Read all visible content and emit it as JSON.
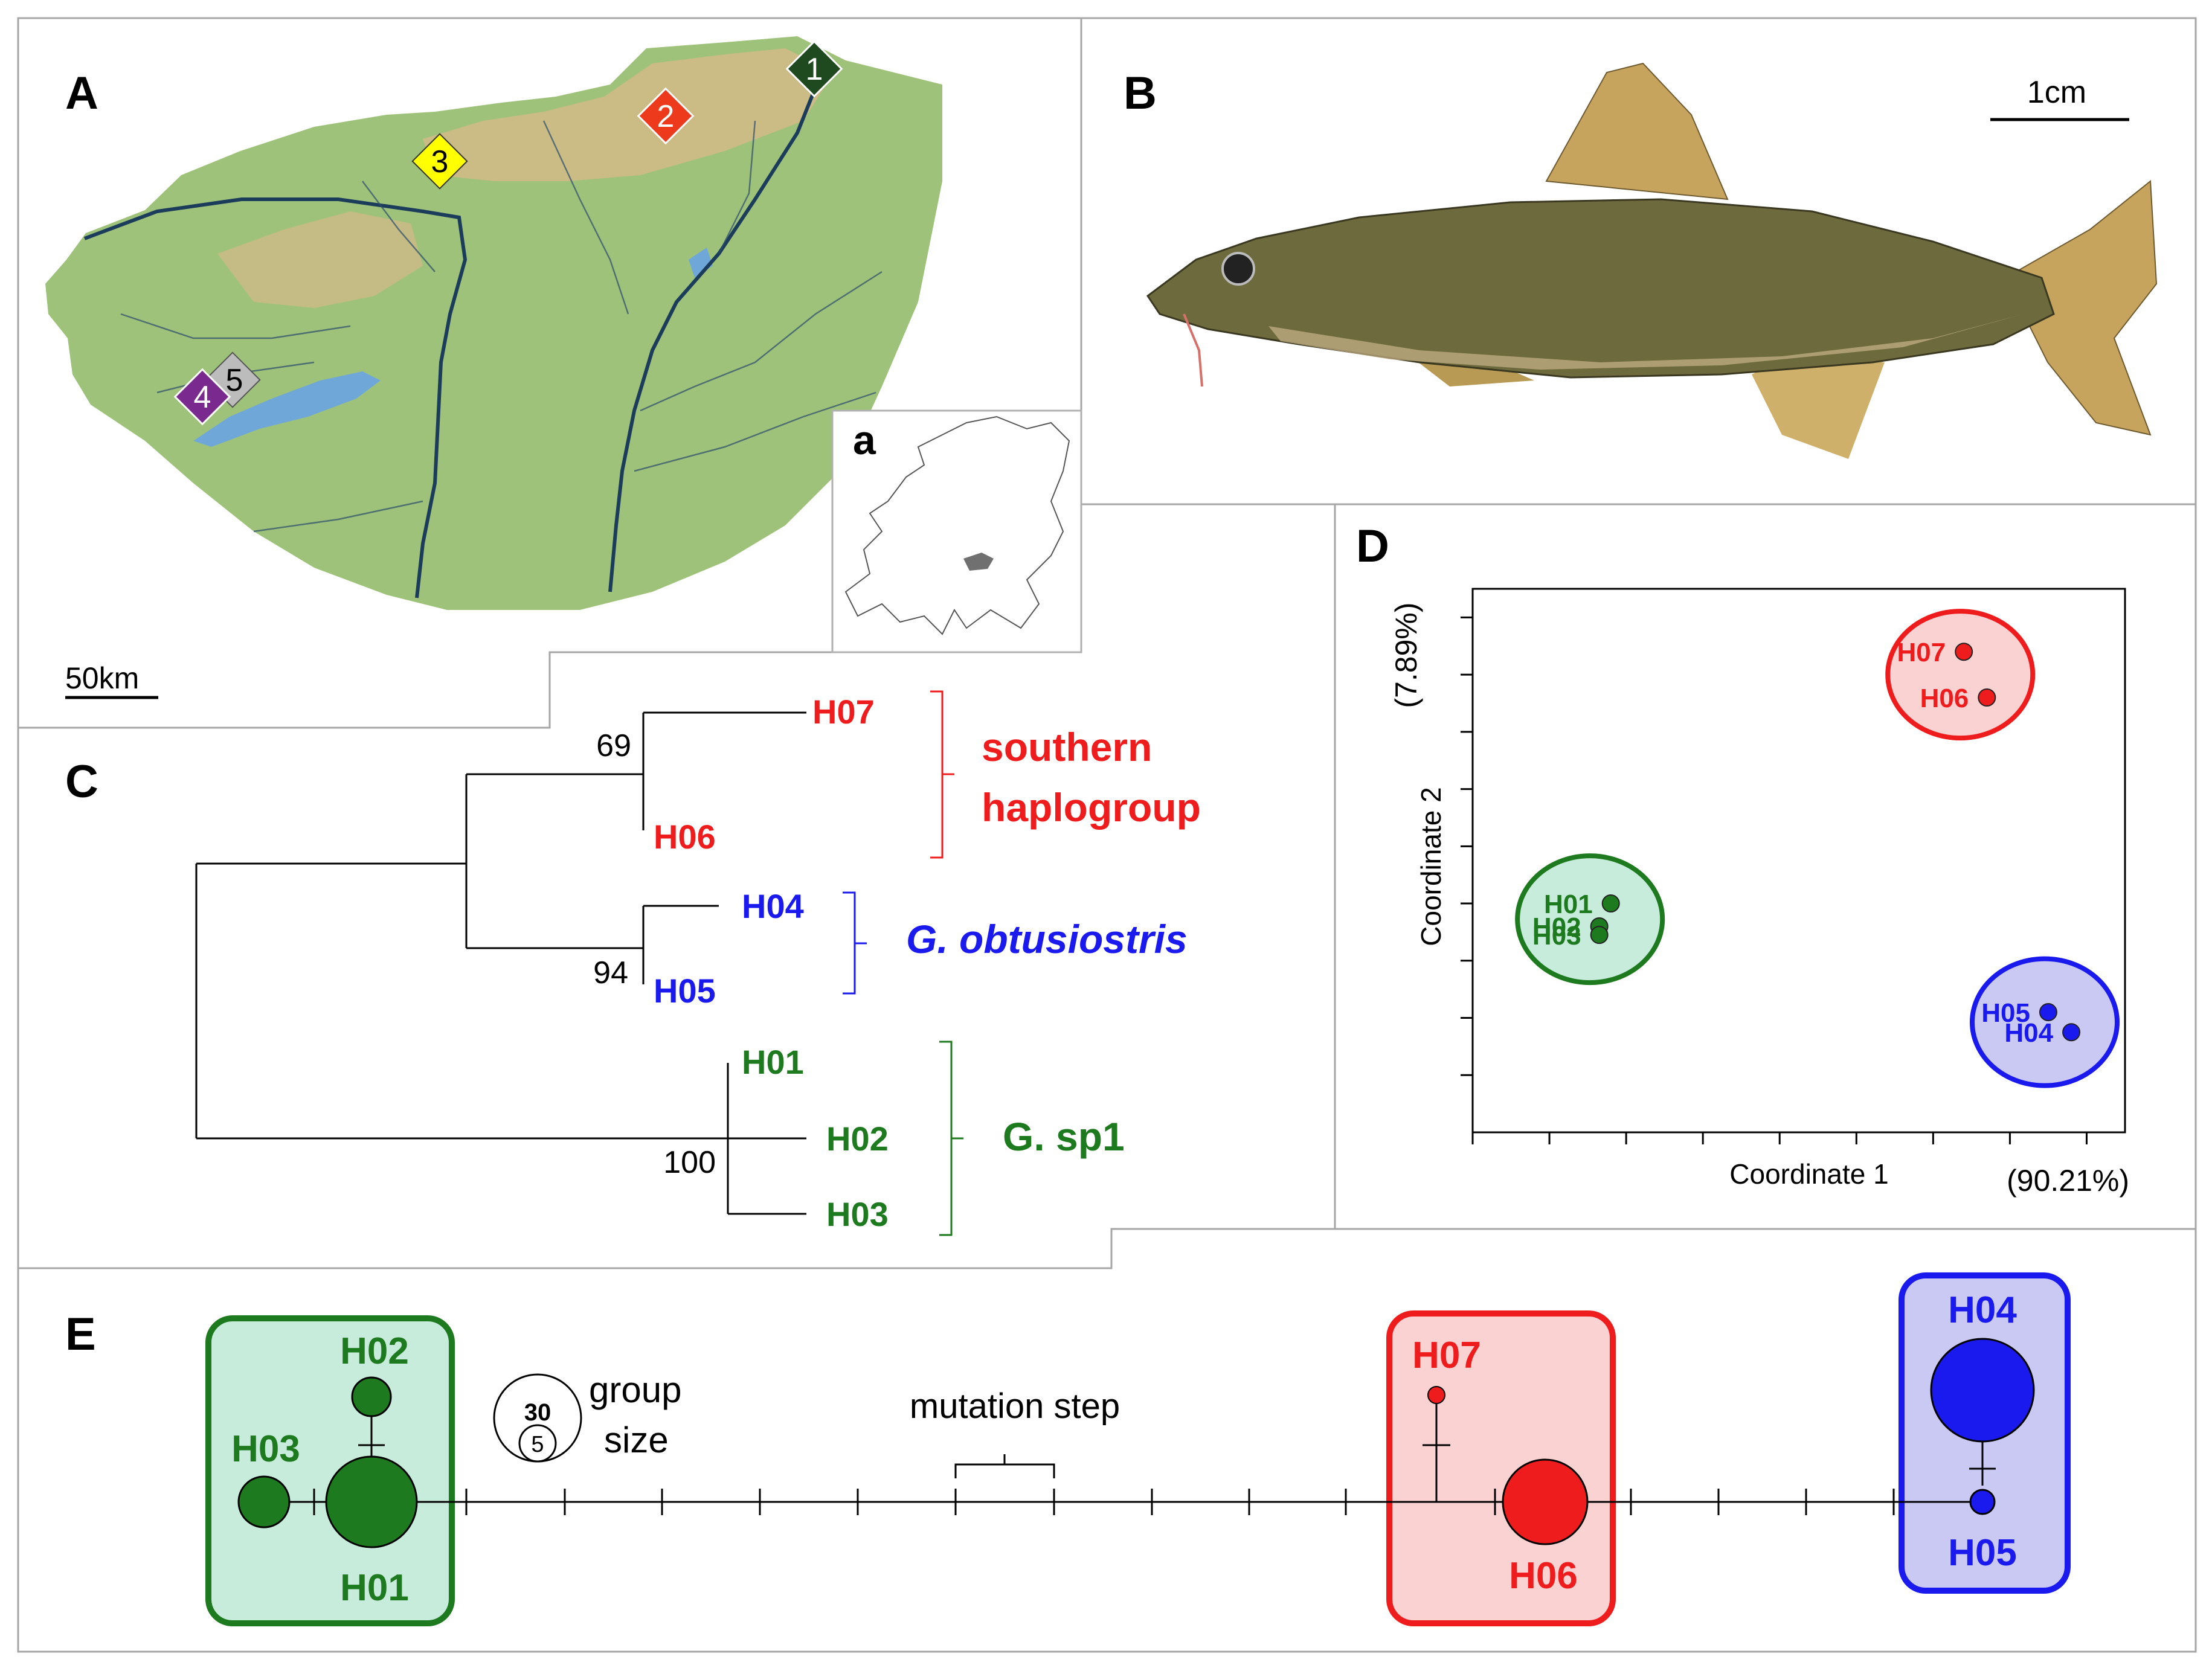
{
  "panel_letters": {
    "a": "A",
    "b": "B",
    "c": "C",
    "d": "D",
    "e": "E",
    "inset": "a"
  },
  "map": {
    "scale_label": "50km",
    "sites": [
      {
        "label": "1",
        "color": "#1f4a1f",
        "text_color": "#ffffff"
      },
      {
        "label": "2",
        "color": "#ee3a1c",
        "text_color": "#ffffff"
      },
      {
        "label": "3",
        "color": "#ffff00",
        "text_color": "#000000"
      },
      {
        "label": "4",
        "color": "#7a2a8e",
        "text_color": "#ffffff"
      },
      {
        "label": "5",
        "color": "#bcbcbc",
        "text_color": "#000000"
      }
    ],
    "colors": {
      "land": "#9fc27a",
      "highland": "#d9b98a",
      "water": "#6fa8d8",
      "river": "#1c3c5c"
    }
  },
  "photo": {
    "scale_label": "1cm"
  },
  "tree": {
    "bootstrap": [
      "69",
      "94",
      "100"
    ],
    "tips": [
      "H07",
      "H06",
      "H04",
      "H05",
      "H01",
      "H02",
      "H03"
    ],
    "clades": [
      {
        "name": "southern",
        "name2": "haplogroup",
        "color": "#ee1c1c"
      },
      {
        "name": "G. obtusiostris",
        "color": "#1a1aee"
      },
      {
        "name": "G. sp1",
        "color": "#1e7a1e"
      }
    ]
  },
  "chart_data": {
    "type": "scatter",
    "xlabel": "Coordinate 1",
    "ylabel": "Coordinate 2",
    "x_variance": "(90.21%)",
    "y_variance": "(7.89%)",
    "series": [
      {
        "points": [
          {
            "label": "H07",
            "x": 6.4,
            "y": 8.4
          },
          {
            "label": "H06",
            "x": 6.7,
            "y": 7.6
          }
        ],
        "color": "#ee1c1c",
        "fill": "#fbd2d2"
      },
      {
        "points": [
          {
            "label": "H01",
            "x": 1.8,
            "y": 4.0
          },
          {
            "label": "H02",
            "x": 1.65,
            "y": 3.6
          },
          {
            "label": "H03",
            "x": 1.65,
            "y": 3.45
          }
        ],
        "color": "#1e7a1e",
        "fill": "#c8ecdc"
      },
      {
        "points": [
          {
            "label": "H05",
            "x": 7.5,
            "y": 2.1
          },
          {
            "label": "H04",
            "x": 7.8,
            "y": 1.75
          }
        ],
        "color": "#1a1aee",
        "fill": "#c9c9f4"
      }
    ]
  },
  "network": {
    "legend": {
      "big": "30",
      "small": "5",
      "label1": "group",
      "label2": "size"
    },
    "mutation_label": "mutation step",
    "haplotypes": [
      {
        "id": "H01",
        "color": "#1e7a1e"
      },
      {
        "id": "H02",
        "color": "#1e7a1e"
      },
      {
        "id": "H03",
        "color": "#1e7a1e"
      },
      {
        "id": "H06",
        "color": "#ee1c1c"
      },
      {
        "id": "H07",
        "color": "#ee1c1c"
      },
      {
        "id": "H04",
        "color": "#1a1aee"
      },
      {
        "id": "H05",
        "color": "#1a1aee"
      }
    ]
  }
}
